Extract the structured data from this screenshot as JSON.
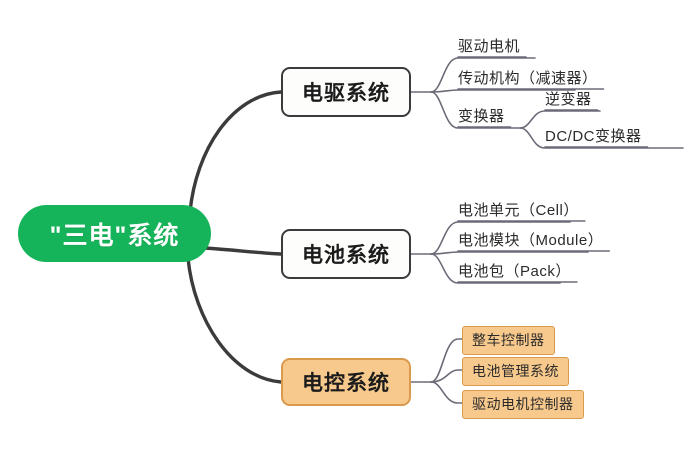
{
  "diagram": {
    "title": "\"三电\"系统",
    "type": "mindmap",
    "colors": {
      "root_fill": "#16b45a",
      "root_text": "#ffffff",
      "branch_fill": "#fdfdfb",
      "branch_border": "#3b3b3b",
      "accent_fill": "#f8c98d",
      "accent_border": "#d99a4e",
      "connector": "#3b3b3b",
      "leaf_connector": "#6b6b78",
      "background": "#ffffff"
    }
  },
  "root": {
    "label": "\"三电\"系统"
  },
  "branches": [
    {
      "id": "drive",
      "label": "电驱系统",
      "style": "plain",
      "leaves": [
        {
          "label": "驱动电机",
          "style": "underline"
        },
        {
          "label": "传动机构（减速器）",
          "style": "underline"
        },
        {
          "label": "变换器",
          "style": "underline",
          "children": [
            {
              "label": "逆变器",
              "style": "underline"
            },
            {
              "label": "DC/DC变换器",
              "style": "underline"
            }
          ]
        }
      ]
    },
    {
      "id": "battery",
      "label": "电池系统",
      "style": "plain",
      "leaves": [
        {
          "label": "电池单元（Cell）",
          "style": "underline"
        },
        {
          "label": "电池模块（Module）",
          "style": "underline"
        },
        {
          "label": "电池包（Pack）",
          "style": "underline"
        }
      ]
    },
    {
      "id": "control",
      "label": "电控系统",
      "style": "accent",
      "leaves": [
        {
          "label": "整车控制器",
          "style": "box"
        },
        {
          "label": "电池管理系统",
          "style": "box"
        },
        {
          "label": "驱动电机控制器",
          "style": "box"
        }
      ]
    }
  ]
}
